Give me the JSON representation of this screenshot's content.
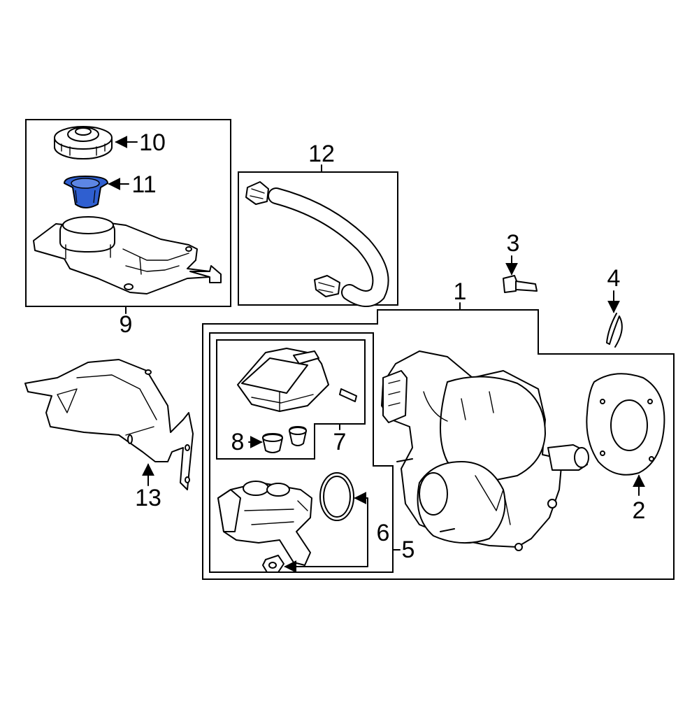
{
  "diagram": {
    "highlight_color": "#2f5fd0",
    "part_outline_color": "#000000",
    "background_color": "#ffffff"
  },
  "callouts": {
    "c1": "1",
    "c2": "2",
    "c3": "3",
    "c4": "4",
    "c5": "5",
    "c6": "6",
    "c7": "7",
    "c8": "8",
    "c9": "9",
    "c10": "10",
    "c11": "11",
    "c12": "12",
    "c13": "13"
  },
  "highlighted_callout": "11"
}
